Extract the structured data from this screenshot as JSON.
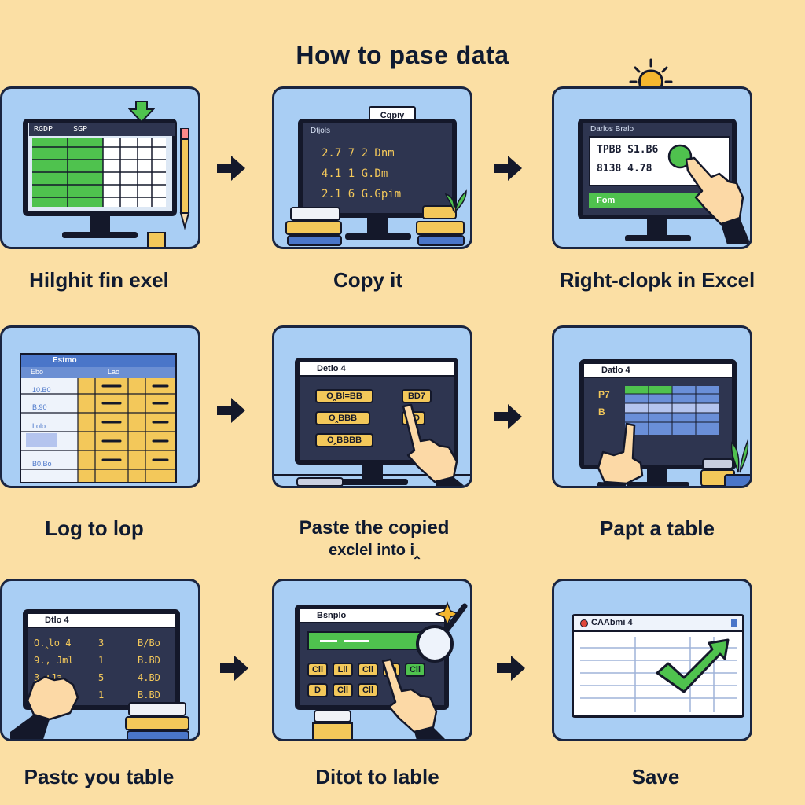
{
  "title": "How to pase data",
  "steps": [
    {
      "caption": "Hilghit fin exel",
      "header_left": "RGDP",
      "header_right": "SGP"
    },
    {
      "caption": "Copy it",
      "tab_label": "Cqpiy",
      "window_label": "Dtjols",
      "rows": [
        "2.7  7   2 Dnm",
        "4.1  1   G.Dm",
        "2.1  6   G.Gpim"
      ]
    },
    {
      "caption": "Right-clopk in Excel",
      "window_label": "Darlos Bralo",
      "line1": "TPBB S1.B6",
      "line2": "8138 4.78",
      "footer": "Fom"
    },
    {
      "caption": "Log to lop",
      "window_label": "Estmo",
      "col_a": "Ebo",
      "col_b": "Lao",
      "rows": [
        "10.B0",
        "B.90",
        "Lolo",
        "",
        "B0.Bo"
      ]
    },
    {
      "caption_line1": "Paste the copied",
      "caption_line2": "exclel into i‸",
      "window_label": "Detlo  4",
      "buttons": [
        "O‸Bl=BB",
        "O‸BBB",
        "O‸BBBB"
      ],
      "right_buttons": [
        "BD7",
        "BD"
      ]
    },
    {
      "caption": "Papt  a table",
      "window_label": "Datlo  4",
      "items": [
        "P7",
        "B"
      ]
    },
    {
      "caption": "Pastc you table",
      "window_label": "Dtlo  4",
      "rows": [
        {
          "a": "O.‸lo  4",
          "b": "3",
          "c": "B/Bo"
        },
        {
          "a": "9., Jml",
          "b": "1",
          "c": "B.BD"
        },
        {
          "a": "3.;Ja",
          "b": "5",
          "c": "4.BD"
        },
        {
          "a": "",
          "b": "1",
          "c": "B.BD"
        }
      ]
    },
    {
      "caption": "Ditot to lable",
      "window_label": "Bsnplo",
      "keys": [
        "Cll",
        "Lll",
        "Cll",
        "Ln",
        "Cil",
        "D",
        "Cll",
        "Cll"
      ]
    },
    {
      "caption": "Save",
      "window_label": "CAAbmi 4"
    }
  ]
}
